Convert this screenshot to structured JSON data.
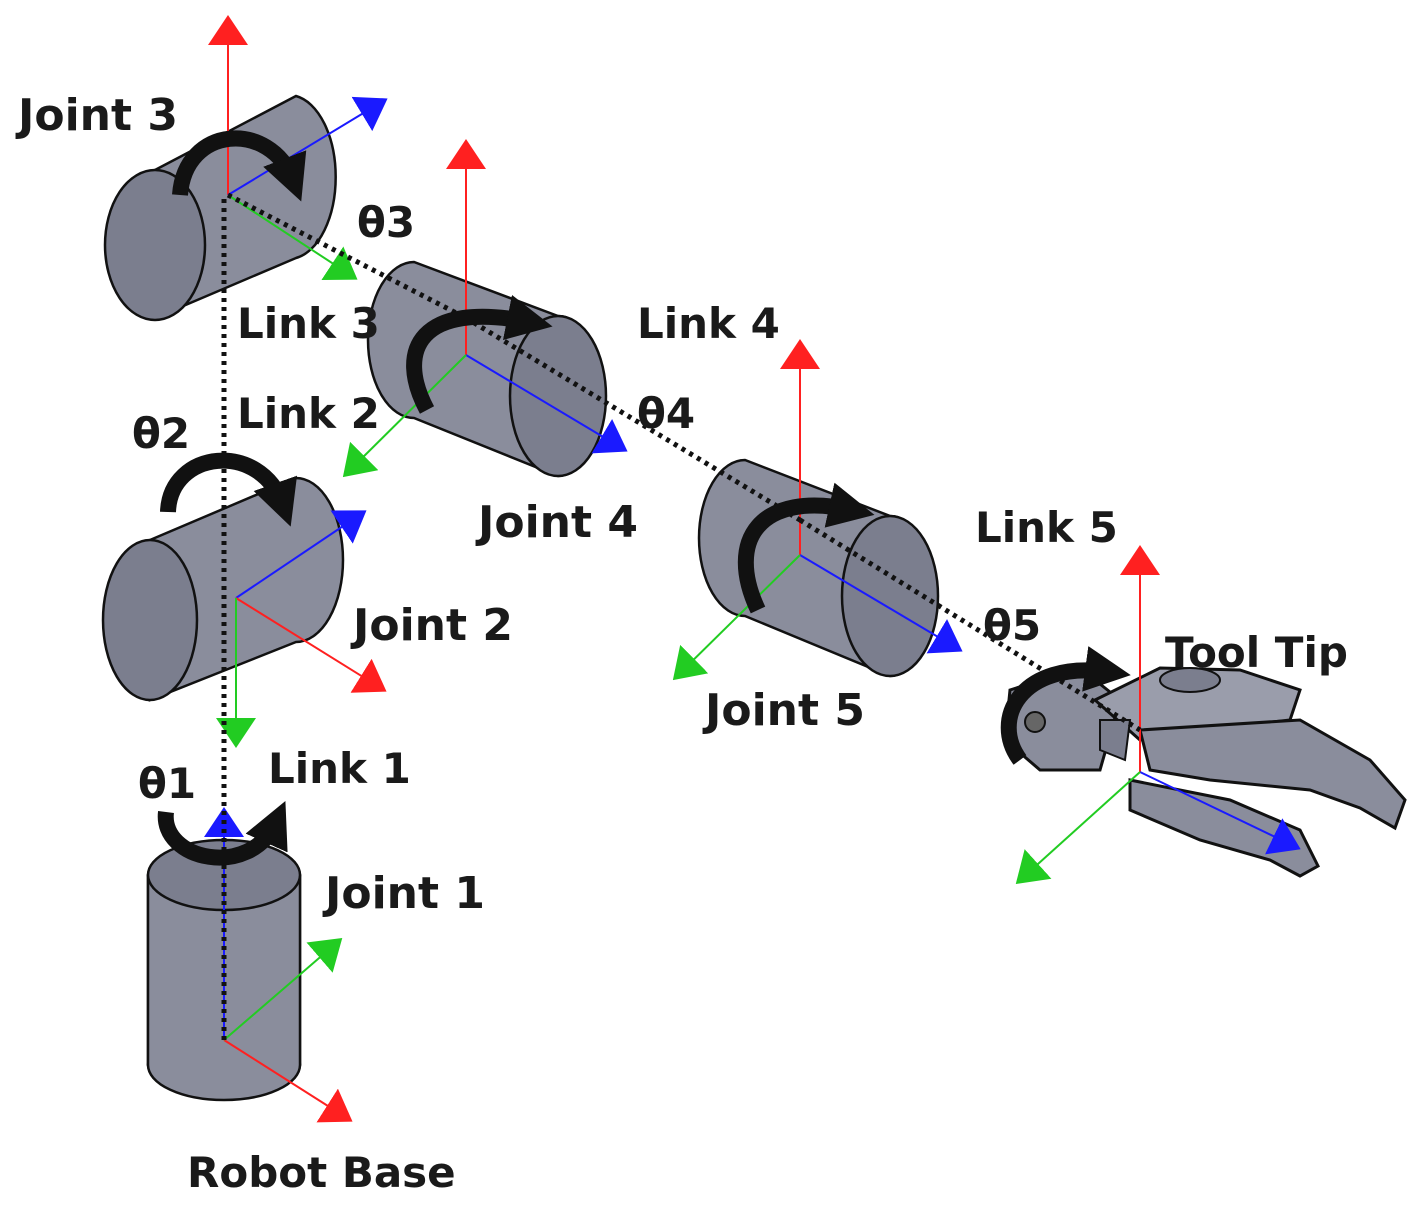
{
  "labels": {
    "joint1": "Joint 1",
    "joint2": "Joint 2",
    "joint3": "Joint 3",
    "joint4": "Joint 4",
    "joint5": "Joint 5",
    "link1": "Link 1",
    "link2": "Link 2",
    "link3": "Link 3",
    "link4": "Link 4",
    "link5": "Link 5",
    "theta1": "θ1",
    "theta2": "θ2",
    "theta3": "θ3",
    "theta4": "θ4",
    "theta5": "θ5",
    "tool_tip": "Tool Tip",
    "robot_base": "Robot Base"
  },
  "colors": {
    "x_axis": "#ff2020",
    "y_axis": "#22cc22",
    "z_axis": "#1a1aff",
    "cylinder": "#8a8d9c",
    "outline": "#111111"
  }
}
